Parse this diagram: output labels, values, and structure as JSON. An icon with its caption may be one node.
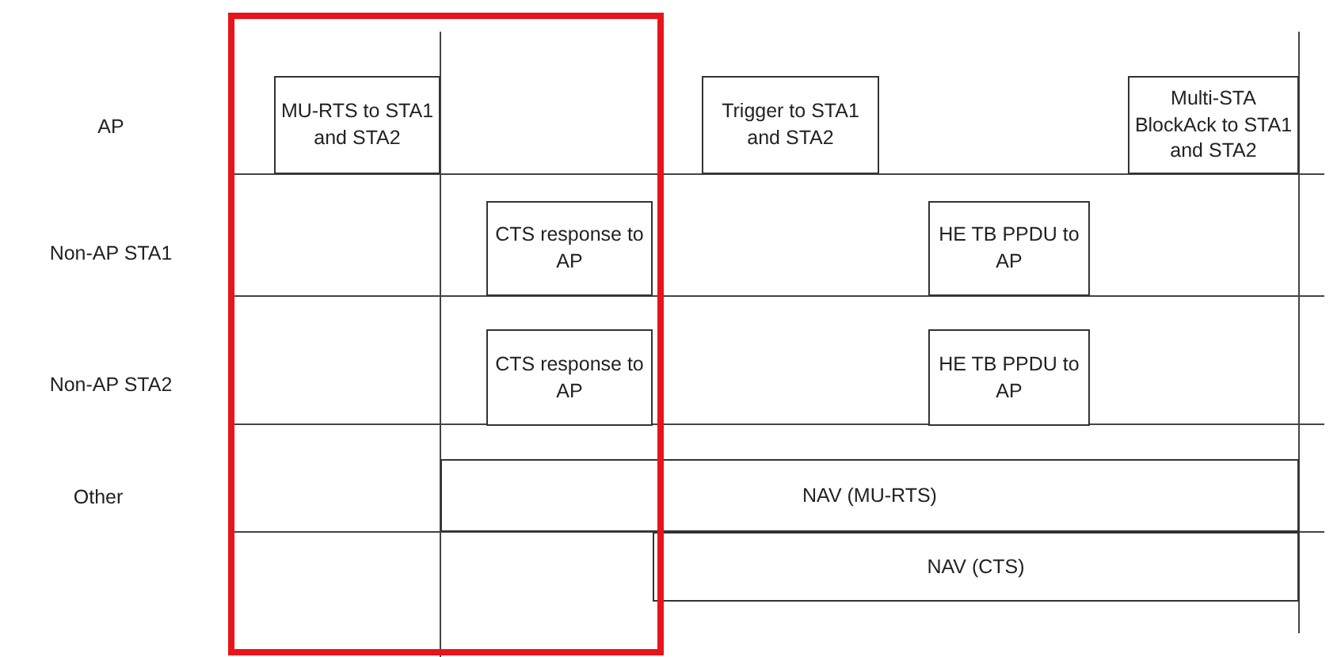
{
  "diagram": {
    "nodes": [
      {
        "text": [
          "MU-RTS to STA1 and STA2"
        ]
      },
      {
        "text": [
          "Trigger to STA1 and STA2"
        ]
      },
      {
        "text": [
          "Multi-STA BlockAck to STA1 and STA2"
        ]
      },
      {
        "text": [
          "CTS response to AP"
        ]
      },
      {
        "text": [
          "HE TB PPDU to AP"
        ]
      },
      {
        "text": [
          "CTS response to AP"
        ]
      },
      {
        "text": [
          "HE TB PPDU to AP"
        ]
      },
      {
        "text": [
          "NAV (MU-RTS)"
        ]
      },
      {
        "text": [
          "NAV (CTS)"
        ]
      }
    ],
    "labels": [
      "AP",
      "Non-AP STA1",
      "Non-AP STA2",
      "Other"
    ]
  }
}
